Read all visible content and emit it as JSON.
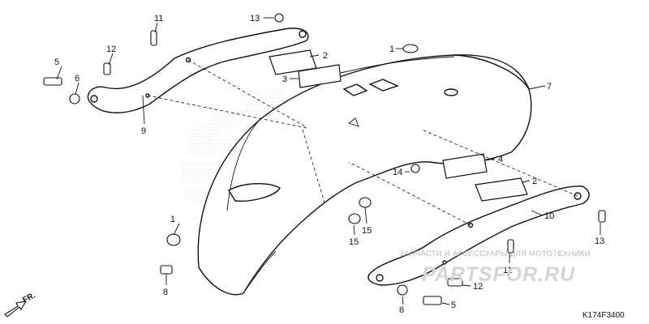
{
  "diagram": {
    "callouts": [
      {
        "id": "c1a",
        "label": "1"
      },
      {
        "id": "c1b",
        "label": "1"
      },
      {
        "id": "c2a",
        "label": "2"
      },
      {
        "id": "c2b",
        "label": "2"
      },
      {
        "id": "c3",
        "label": "3"
      },
      {
        "id": "c4",
        "label": "4"
      },
      {
        "id": "c5a",
        "label": "5"
      },
      {
        "id": "c5b",
        "label": "5"
      },
      {
        "id": "c6a",
        "label": "6"
      },
      {
        "id": "c6b",
        "label": "6"
      },
      {
        "id": "c7",
        "label": "7"
      },
      {
        "id": "c8",
        "label": "8"
      },
      {
        "id": "c9",
        "label": "9"
      },
      {
        "id": "c10",
        "label": "10"
      },
      {
        "id": "c11a",
        "label": "11"
      },
      {
        "id": "c11b",
        "label": "11"
      },
      {
        "id": "c12a",
        "label": "12"
      },
      {
        "id": "c12b",
        "label": "12"
      },
      {
        "id": "c13a",
        "label": "13"
      },
      {
        "id": "c13b",
        "label": "13"
      },
      {
        "id": "c14",
        "label": "14"
      },
      {
        "id": "c15a",
        "label": "15"
      },
      {
        "id": "c15b",
        "label": "15"
      }
    ],
    "direction_label": "FR.",
    "diagram_code": "K174F3400"
  },
  "watermark": {
    "text": "ЗАПЧАСТИ И АКСЕССУАРЫ ДЛЯ МОТОТЕХНИКИ",
    "logo": "PARTSFOR.RU"
  }
}
